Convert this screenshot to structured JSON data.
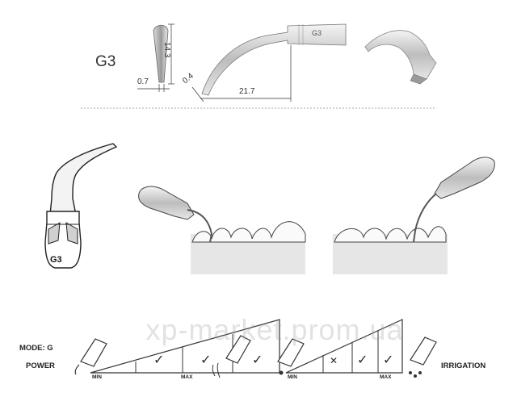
{
  "header": {
    "model": "G3"
  },
  "dimensions": {
    "width_tip": "0.7",
    "height": "14.3",
    "tip_thickness": "0.4",
    "length": "21.7"
  },
  "tip_engraving": "G3",
  "tip_label": "G3",
  "settings": {
    "mode_label": "MODE: G",
    "power_label": "POWER",
    "irrigation_label": "IRRIGATION",
    "power_scale": {
      "min": "MIN",
      "max": "MAX",
      "levels": [
        "✓",
        "✓",
        "✓"
      ]
    },
    "irrigation_scale": {
      "min": "MIN",
      "max": "MAX",
      "levels": [
        "✕",
        "✓",
        "✓"
      ]
    }
  },
  "watermark": "xp-market.prom.ua",
  "colors": {
    "line": "#333333",
    "metal": "#c9c9c9",
    "gum": "#e2e2e2",
    "watermark": "#969696"
  }
}
